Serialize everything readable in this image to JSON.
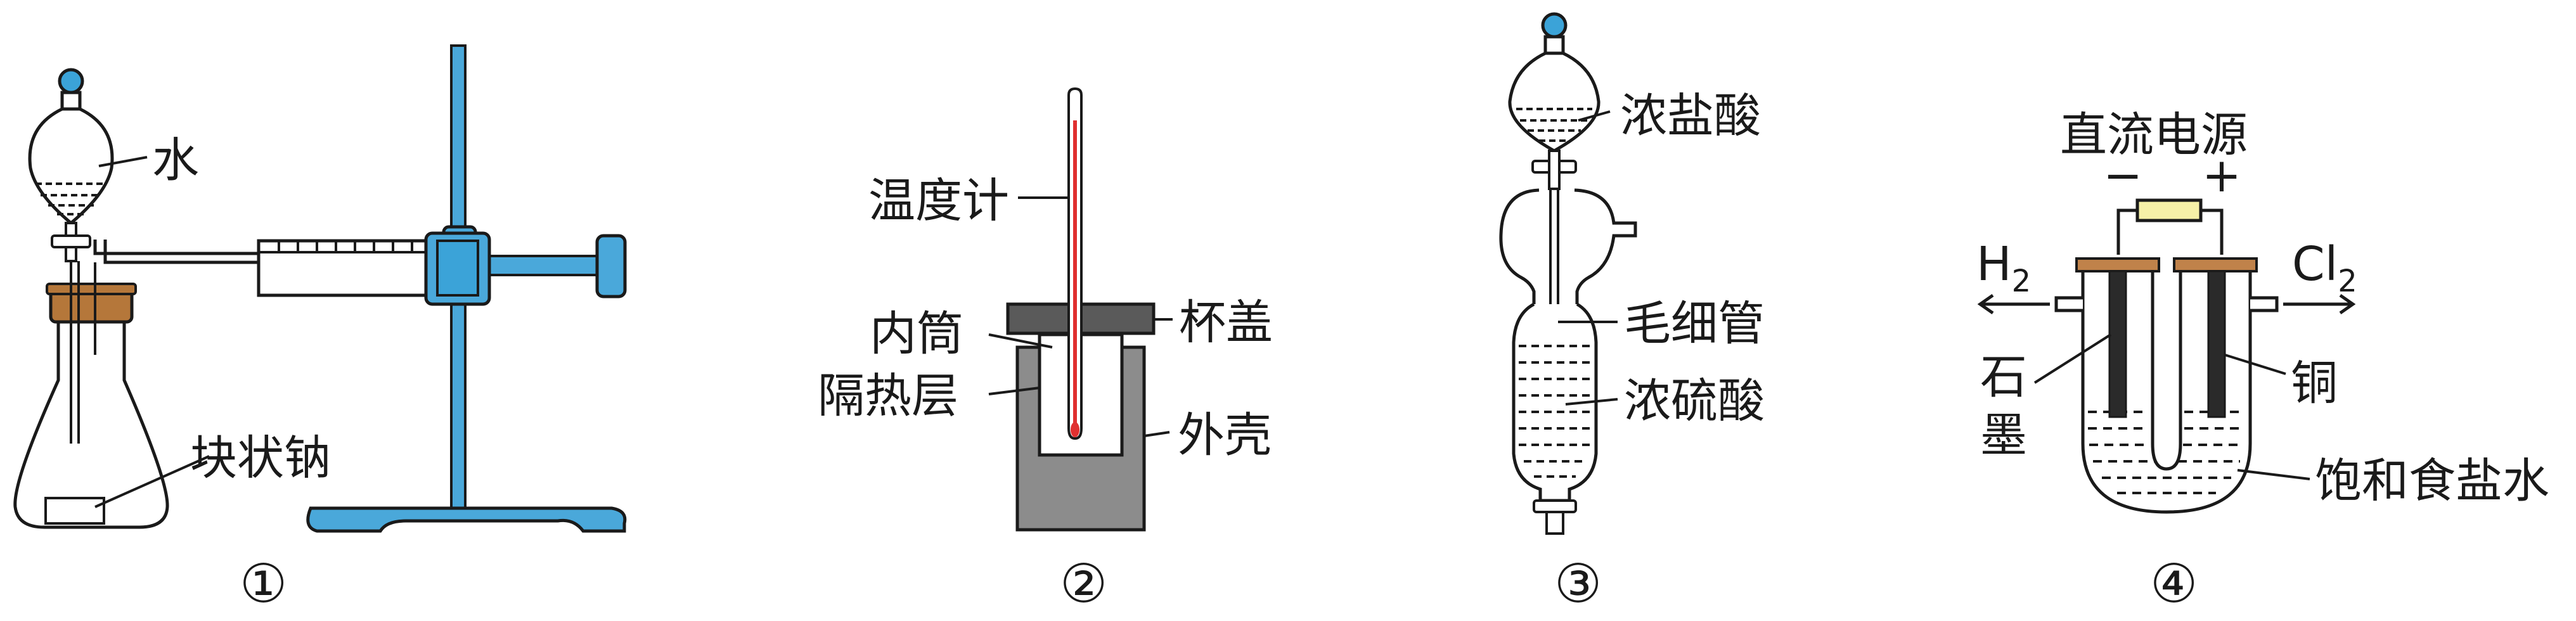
{
  "apparatus1": {
    "number": "①",
    "label_water": "水",
    "label_sodium": "块状钠",
    "colors": {
      "syringe_plunger": "#3ba3d8",
      "stand": "#4aa8da",
      "stopper": "#b5773a"
    }
  },
  "apparatus2": {
    "number": "②",
    "label_thermometer": "温度计",
    "label_lid": "杯盖",
    "label_inner": "内筒",
    "label_insulation": "隔热层",
    "label_shell": "外壳",
    "colors": {
      "shell": "#8c8c8c",
      "lid": "#5a5a5a",
      "mercury": "#e03030"
    }
  },
  "apparatus3": {
    "number": "③",
    "label_hcl": "浓盐酸",
    "label_capillary": "毛细管",
    "label_h2so4": "浓硫酸",
    "colors": {
      "funnel_knob": "#3ba3d8"
    }
  },
  "apparatus4": {
    "number": "④",
    "label_power": "直流电源",
    "label_minus": "−",
    "label_plus": "+",
    "label_h2": "H",
    "label_h2_sub": "2",
    "label_cl2": "Cl",
    "label_cl2_sub": "2",
    "label_graphite_1": "石",
    "label_graphite_2": "墨",
    "label_copper": "铜",
    "label_brine": "饱和食盐水",
    "colors": {
      "power_box": "#f6f1a8",
      "band": "#c0824a",
      "electrode": "#2a2a2a"
    }
  }
}
